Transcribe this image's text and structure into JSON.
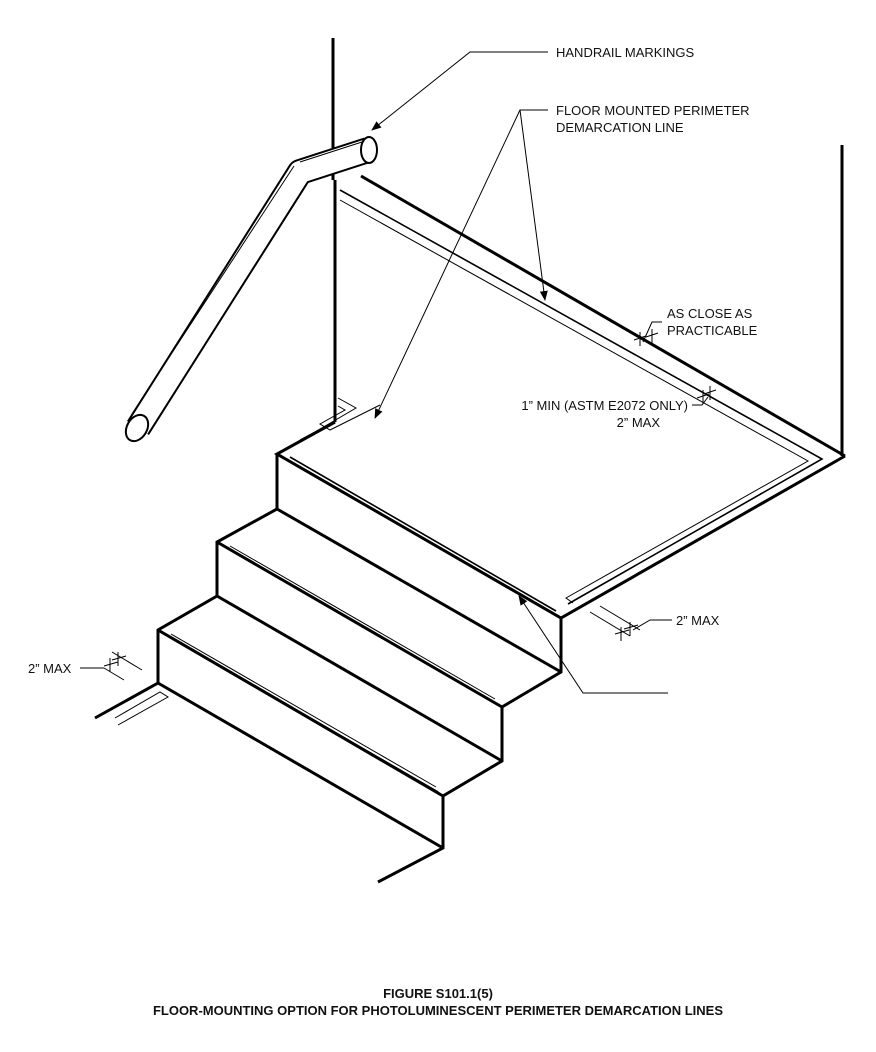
{
  "labels": {
    "handrail_markings": "HANDRAIL MARKINGS",
    "floor_mounted_1": "FLOOR MOUNTED PERIMETER",
    "floor_mounted_2": "DEMARCATION LINE",
    "as_close_1": "AS CLOSE AS",
    "as_close_2": "PRACTICABLE",
    "min_1": "1” MIN (ASTM E2072 ONLY)",
    "min_2": "2” MAX",
    "right_max": "2” MAX",
    "left_max": "2” MAX"
  },
  "caption": {
    "title": "FIGURE S101.1(5)",
    "subtitle": "FLOOR-MOUNTING OPTION FOR PHOTOLUMINESCENT PERIMETER DEMARCATION LINES"
  }
}
